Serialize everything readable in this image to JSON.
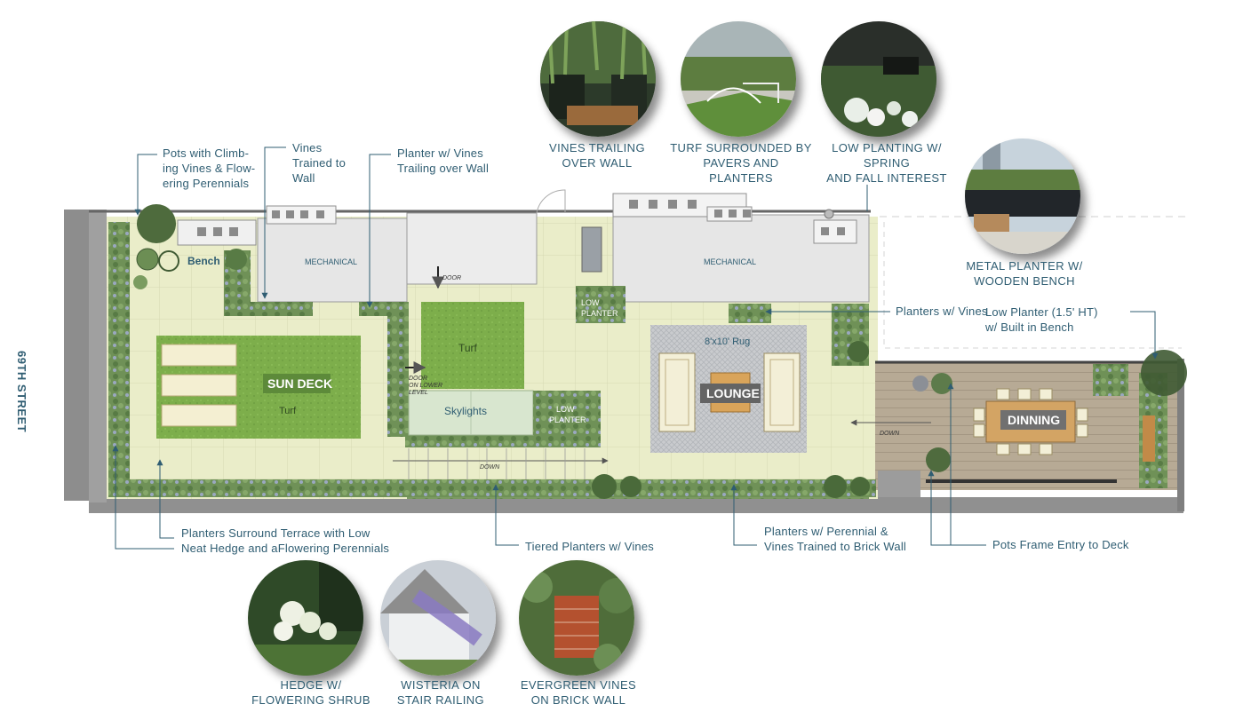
{
  "street": "69TH STREET",
  "callouts": {
    "pots": "Pots with Climb-\ning Vines & Flow-\nering Perennials",
    "vines_wall": "Vines\nTrained to\nWall",
    "planter_vines": "Planter w/ Vines\nTrailing over Wall",
    "planters_vines_right": "Planters w/ Vines",
    "low_planter": "Low Planter (1.5' HT)\nw/ Built in Bench",
    "planters_surround": "Planters  Surround Terrace with Low\nNeat Hedge and aFlowering Perennials",
    "tiered": "Tiered Planters w/ Vines",
    "perennial_vines": "Planters w/ Perennial &\nVines Trained to Brick Wall",
    "pots_frame": "Pots Frame Entry to Deck"
  },
  "captions": {
    "vines_trailing": "VINES TRAILING\nOVER WALL",
    "turf_surrounded": "TURF SURROUNDED BY\nPAVERS AND PLANTERS",
    "low_planting": "LOW PLANTING W/ SPRING\nAND FALL INTEREST",
    "metal_planter": "METAL PLANTER W/\nWOODEN BENCH",
    "hedge": "HEDGE W/\nFLOWERING SHRUB",
    "wisteria": "WISTERIA ON\nSTAIR RAILING",
    "evergreen": "EVERGREEN VINES\nON BRICK WALL"
  },
  "plan_labels": {
    "bench": "Bench",
    "mechanical_left": "MECHANICAL",
    "mechanical_right": "MECHANICAL",
    "door": "DOOR",
    "door_lower": "DOOR\nON LOWER\nLEVEL",
    "turf_mid": "Turf",
    "sun_deck": "SUN DECK",
    "turf_sun": "Turf",
    "skylights": "Skylights",
    "low_planter_top": "LOW\nPLANTER",
    "low_planter_mid": "LOW\nPLANTER",
    "rug": "8'x10' Rug",
    "lounge": "LOUNGE",
    "dinning": "DINNING",
    "down_1": "DOWN",
    "down_2": "DOWN"
  },
  "colors": {
    "text": "#2f5d72",
    "paving": "#e9ecc8",
    "turf": "#7bae4a",
    "wall": "#8a8a8a",
    "deck": "#b9ab97",
    "mechanical": "#e6e6e6",
    "hedge": "#6c8f55"
  }
}
